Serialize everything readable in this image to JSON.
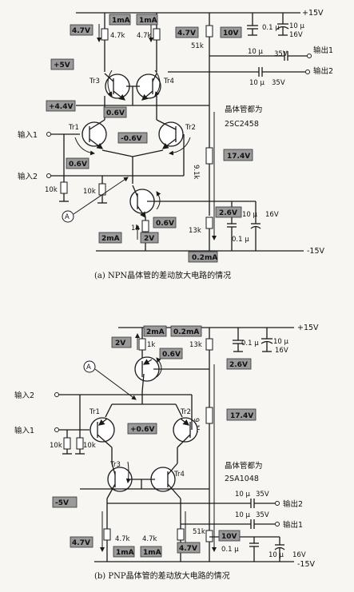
{
  "diagram_a": {
    "caption": "(a) NPN晶体管的差动放大电路的情况",
    "supply_pos": "+15V",
    "supply_neg": "-15V",
    "note_line1": "晶体管都为",
    "note_line2": "2SC2458",
    "input1": "输入1",
    "input2": "输入2",
    "output1": "输出1",
    "output2": "输出2",
    "node_a": "A",
    "transistors": [
      "Tr1",
      "Tr2",
      "Tr3",
      "Tr4"
    ],
    "resistors": [
      "4.7k",
      "4.7k",
      "51k",
      "9.1k",
      "10k",
      "10k",
      "1k",
      "13k"
    ],
    "caps": [
      "0.1 μ",
      "10 μ",
      "16V",
      "10 μ",
      "35V",
      "10 μ",
      "35V",
      "10 μ",
      "16V",
      "0.1 μ"
    ],
    "tags": [
      "1mA",
      "1mA",
      "4.7V",
      "4.7V",
      "10V",
      "+5V",
      "+4.4V",
      "0.6V",
      "-0.6V",
      "0.6V",
      "17.4V",
      "2.6V",
      "0.6V",
      "2mA",
      "2V",
      "0.2mA"
    ]
  },
  "diagram_b": {
    "caption": "(b) PNP晶体管的差动放大电路的情况",
    "supply_pos": "+15V",
    "supply_neg": "-15V",
    "note_line1": "晶体管都为",
    "note_line2": "2SA1048",
    "input1": "输入1",
    "input2": "输入2",
    "output1": "输出1",
    "output2": "输出2",
    "node_a": "A",
    "transistors": [
      "Tr1",
      "Tr2",
      "Tr3",
      "Tr4"
    ],
    "resistors": [
      "1k",
      "13k",
      "9.1k",
      "10k",
      "10k",
      "4.7k",
      "4.7k",
      "51k"
    ],
    "caps": [
      "0.1 μ",
      "10 μ",
      "16V",
      "10 μ",
      "35V",
      "10 μ",
      "35V",
      "0.1 μ",
      "10 μ",
      "16V"
    ],
    "tags": [
      "2mA",
      "0.2mA",
      "2V",
      "0.6V",
      "2.6V",
      "+0.6V",
      "17.4V",
      "-5V",
      "4.7V",
      "1mA",
      "1mA",
      "4.7V",
      "10V"
    ]
  }
}
